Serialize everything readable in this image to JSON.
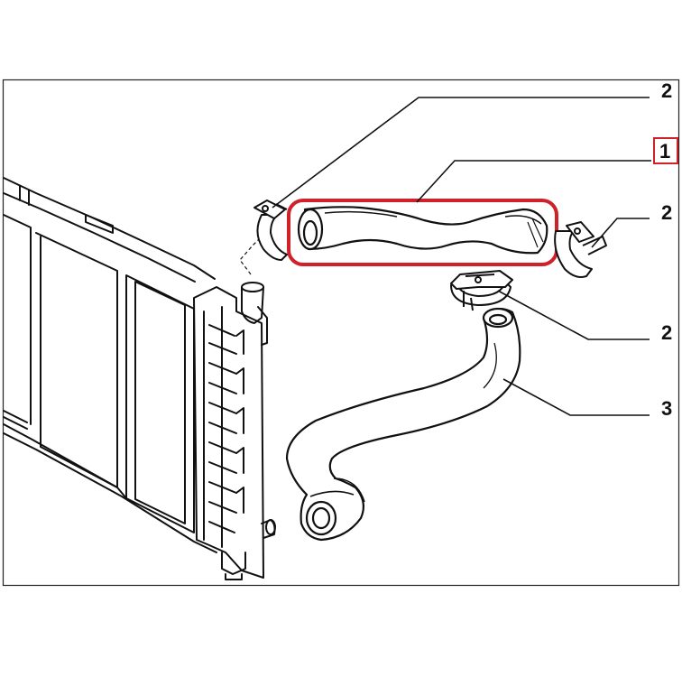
{
  "callouts": [
    {
      "label": "2"
    },
    {
      "label": "1"
    },
    {
      "label": "2"
    },
    {
      "label": "2"
    },
    {
      "label": "3"
    }
  ],
  "colors": {
    "highlight": "#d0202a",
    "ink": "#111111",
    "background": "#ffffff"
  }
}
